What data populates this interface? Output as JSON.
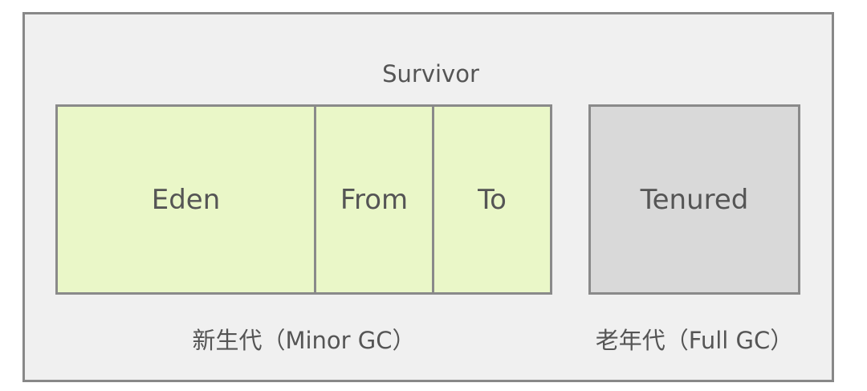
{
  "diagram": {
    "survivor_label": "Survivor",
    "young_generation": {
      "regions": [
        {
          "name": "Eden"
        },
        {
          "name": "From"
        },
        {
          "name": "To"
        }
      ],
      "caption": "新生代（Minor GC）",
      "fill_color": "#eaf7c8"
    },
    "old_generation": {
      "region_name": "Tenured",
      "caption": "老年代（Full GC）",
      "fill_color": "#d9d9d9"
    },
    "colors": {
      "background": "#f0f0f0",
      "border": "#888888",
      "text": "#555555"
    }
  }
}
